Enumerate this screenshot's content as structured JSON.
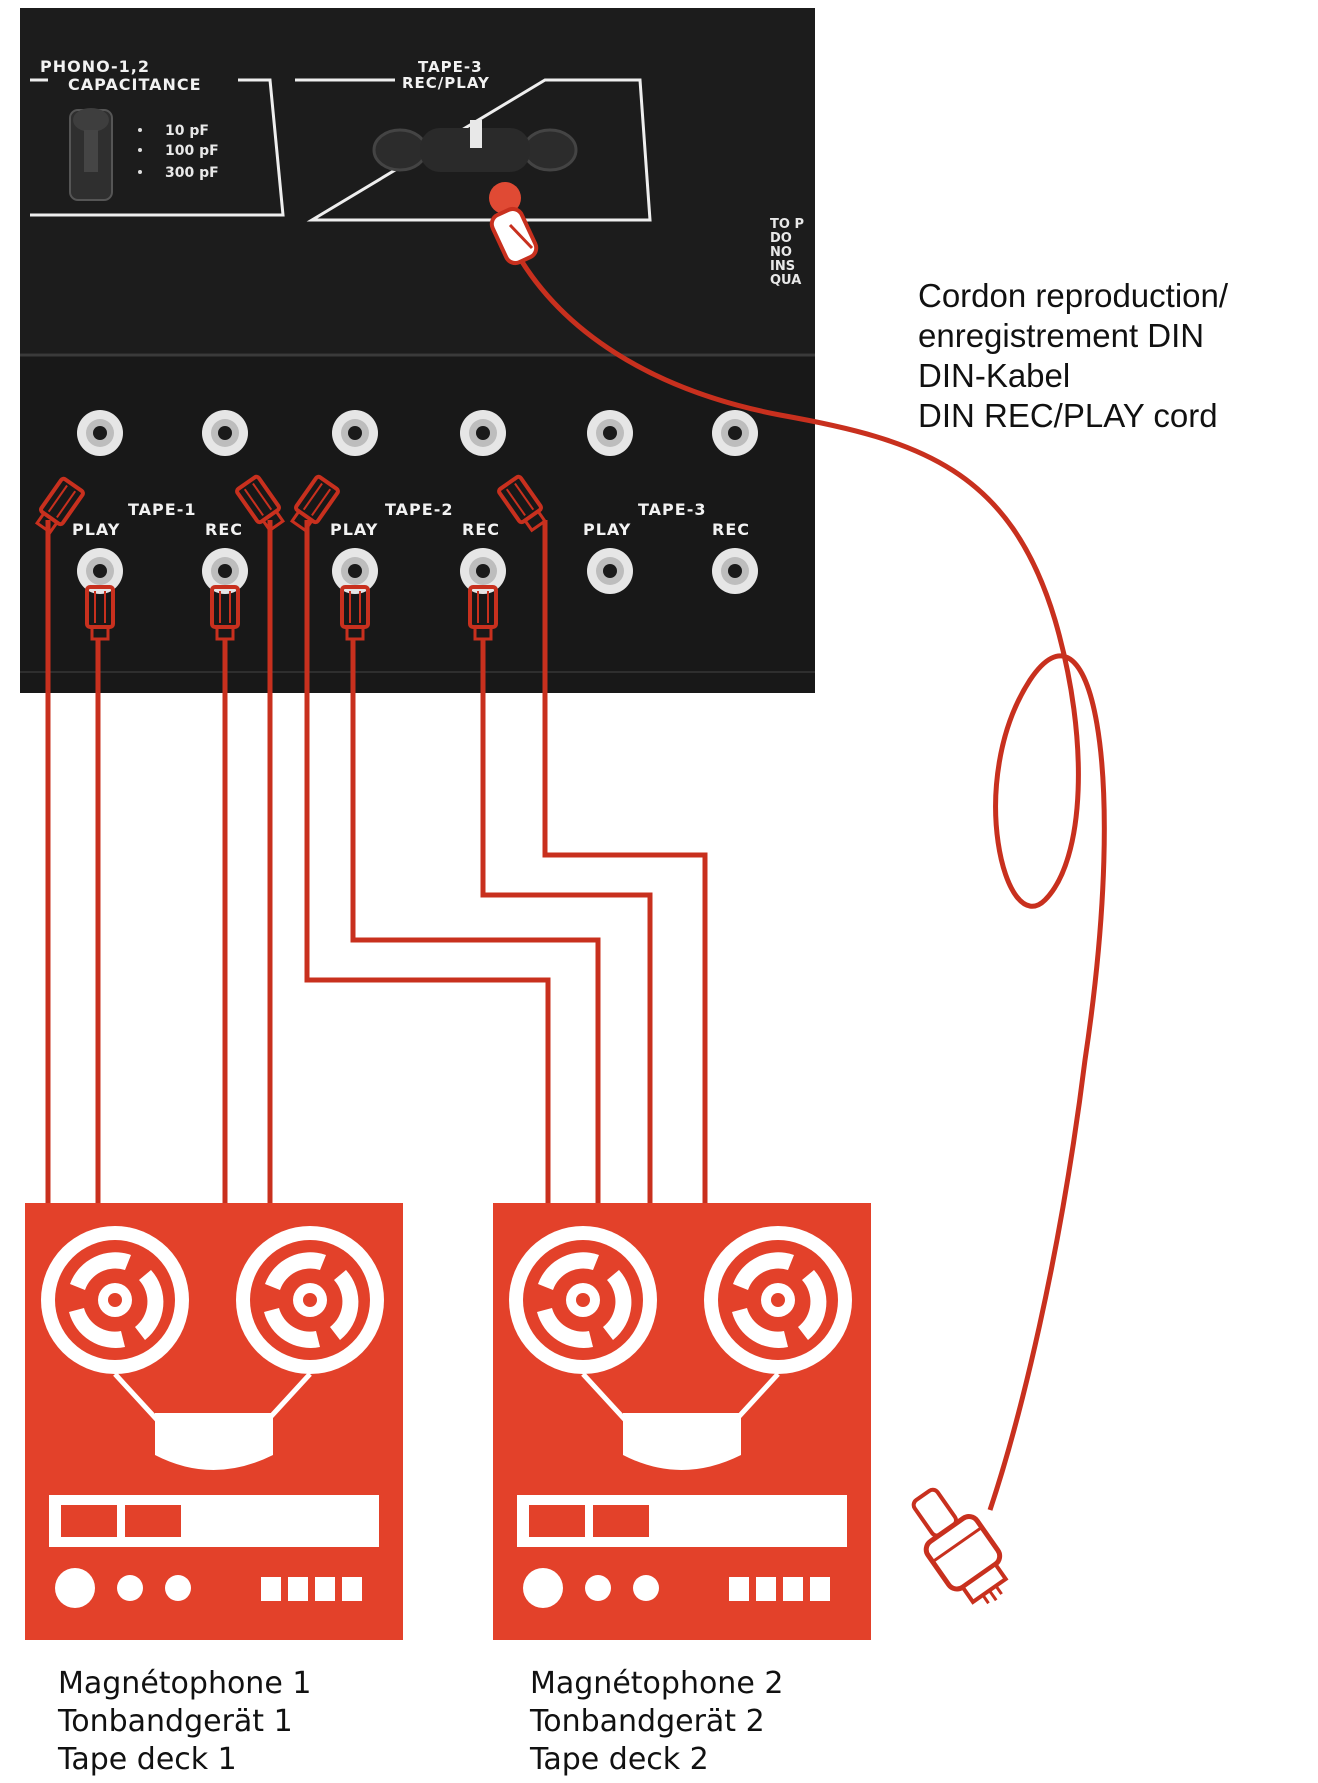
{
  "colors": {
    "cable": "#c8301e",
    "deck": "#e3412a",
    "panel": "#1b1b1b",
    "panel_text": "#f2f2f2"
  },
  "panel": {
    "phono_box_title": "PHONO-1,2",
    "phono_box_subtitle": "CAPACITANCE",
    "capacitance_options": [
      "10 pF",
      "100 pF",
      "300 pF"
    ],
    "tape3_box_title": "TAPE-3",
    "tape3_box_subtitle": "REC/PLAY",
    "side_text": [
      "TO P",
      "DO",
      "NO",
      "INS",
      "QUA"
    ],
    "tape_groups": [
      {
        "label": "TAPE-1",
        "play": "PLAY",
        "rec": "REC"
      },
      {
        "label": "TAPE-2",
        "play": "PLAY",
        "rec": "REC"
      },
      {
        "label": "TAPE-3",
        "play": "PLAY",
        "rec": "REC"
      }
    ]
  },
  "cord_caption": {
    "lines": [
      "Cordon reproduction/",
      "enregistrement DIN",
      "DIN-Kabel",
      "DIN REC/PLAY cord"
    ]
  },
  "decks": [
    {
      "lines": [
        "Magnétophone 1",
        "Tonbandgerät 1",
        "Tape deck 1"
      ]
    },
    {
      "lines": [
        "Magnétophone 2",
        "Tonbandgerät 2",
        "Tape deck 2"
      ]
    }
  ]
}
